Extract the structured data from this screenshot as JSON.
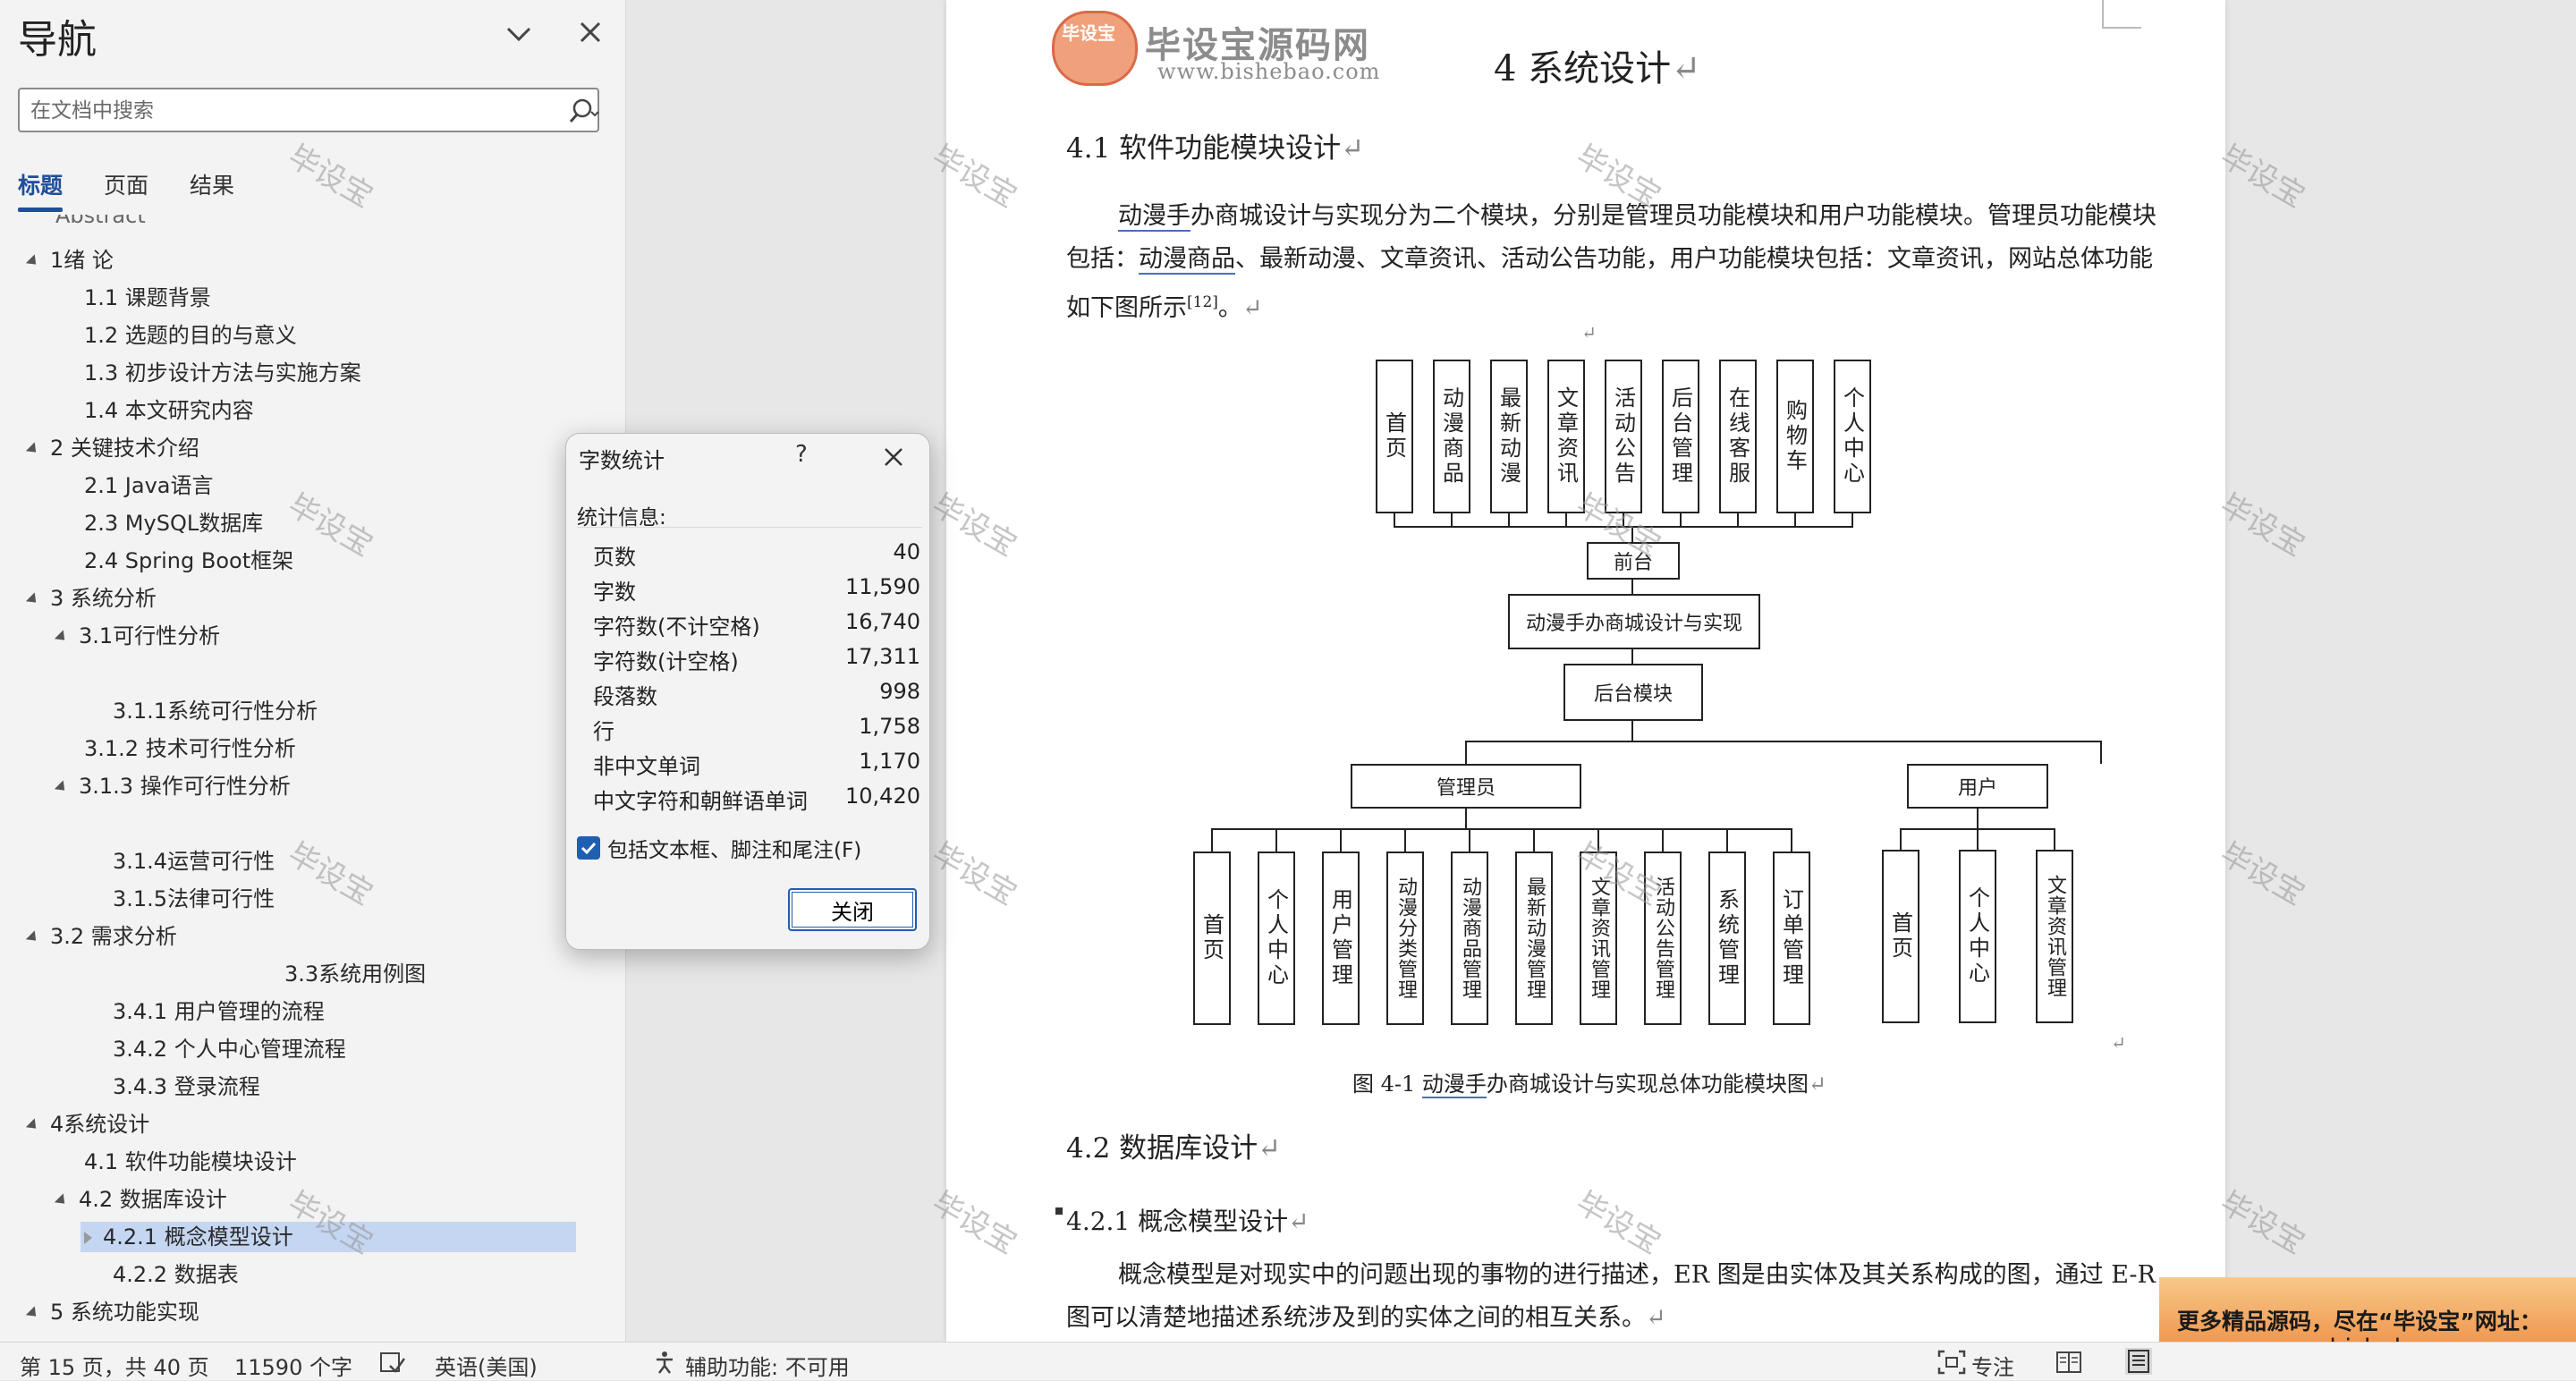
{
  "nav": {
    "title": "导航",
    "search_placeholder": "在文档中搜索",
    "tabs": [
      "标题",
      "页面",
      "结果"
    ],
    "outline": [
      {
        "text": "Abstract"
      },
      {
        "text": "1绪 论"
      },
      {
        "text": "1.1 课题背景"
      },
      {
        "text": "1.2 选题的目的与意义"
      },
      {
        "text": "1.3 初步设计方法与实施方案"
      },
      {
        "text": "1.4 本文研究内容"
      },
      {
        "text": "2 关键技术介绍"
      },
      {
        "text": "2.1 Java语言"
      },
      {
        "text": "2.3 MySQL数据库"
      },
      {
        "text": "2.4 Spring Boot框架"
      },
      {
        "text": "3 系统分析"
      },
      {
        "text": "3.1可行性分析"
      },
      {
        "text": "3.1.1系统可行性分析"
      },
      {
        "text": "3.1.2 技术可行性分析"
      },
      {
        "text": "3.1.3 操作可行性分析"
      },
      {
        "text": "3.1.4运营可行性"
      },
      {
        "text": "3.1.5法律可行性"
      },
      {
        "text": "3.2 需求分析"
      },
      {
        "text": "3.3系统用例图"
      },
      {
        "text": "3.4.1 用户管理的流程"
      },
      {
        "text": "3.4.2 个人中心管理流程"
      },
      {
        "text": "3.4.3 登录流程"
      },
      {
        "text": "4系统设计"
      },
      {
        "text": "4.1 软件功能模块设计"
      },
      {
        "text": "4.2 数据库设计"
      },
      {
        "text": "4.2.1 概念模型设计"
      },
      {
        "text": "4.2.2 数据表"
      },
      {
        "text": "5 系统功能实现"
      }
    ]
  },
  "dialog": {
    "title": "字数统计",
    "help": "?",
    "subtitle": "统计信息:",
    "stats": [
      {
        "label": "页数",
        "value": "40"
      },
      {
        "label": "字数",
        "value": "11,590"
      },
      {
        "label": "字符数(不计空格)",
        "value": "16,740"
      },
      {
        "label": "字符数(计空格)",
        "value": "17,311"
      },
      {
        "label": "段落数",
        "value": "998"
      },
      {
        "label": "行",
        "value": "1,758"
      },
      {
        "label": "非中文单词",
        "value": "1,170"
      },
      {
        "label": "中文字符和朝鲜语单词",
        "value": "10,420"
      }
    ],
    "checkbox_label": "包括文本框、脚注和尾注(F)",
    "checkbox_checked": true,
    "close_label": "关闭"
  },
  "doc": {
    "title": "4 系统设计",
    "h_4_1": "4.1  软件功能模块设计",
    "p1_ul": "动漫手",
    "p1_a": "办商城设计与实现分为二个模块，分别是管理员功能模块和用户功能模块。管理员功能模块包括：",
    "p1_ul2": "动漫商品",
    "p1_b": "、最新动漫、文章资讯、活动公告功能，用户功能模块包括：文章资讯，网站总体功能如下图所示",
    "p1_ref": "[12]",
    "p1_end": "。",
    "front_items": [
      "首页",
      "动漫商品",
      "最新动漫",
      "文章资讯",
      "活动公告",
      "后台管理",
      "在线客服",
      "购物车",
      "个人中心"
    ],
    "front_node": "前台",
    "root_node": "动漫手办商城设计与实现",
    "back_node": "后台模块",
    "admin_node": "管理员",
    "user_node": "用户",
    "admin_items": [
      "首页",
      "个人中心",
      "用户管理",
      "动漫分类管理",
      "动漫商品管理",
      "最新动漫管理",
      "文章资讯管理",
      "活动公告管理",
      "系统管理",
      "订单管理"
    ],
    "user_items": [
      "首页",
      "个人中心",
      "文章资讯管理"
    ],
    "caption_a": "图 4-1 ",
    "caption_ul": "动漫手",
    "caption_b": "办商城设计与实现总体功能模块图",
    "h_4_2": "4.2  数据库设计",
    "h_4_2_1": "4.2.1  概念模型设计",
    "p2": "概念模型是对现实中的问题出现的事物的进行描述，ER 图是由实体及其关系构成的图，通过 E-R 图可以清楚地描述系统涉及到的实体之间的相互关系。",
    "para_mark": "↵"
  },
  "watermark": {
    "text": "毕设宝",
    "logo_badge": "毕设宝",
    "logo_name": "毕设宝源码网",
    "logo_url": "www.bishebao.com"
  },
  "status": {
    "page": "第 15 页，共 40 页",
    "words": "11590 个字",
    "language": "英语(美国)",
    "accessibility": "辅助功能: 不可用",
    "focus": "专注"
  },
  "ad": {
    "line1": "更多精品源码，尽在“毕设宝”网址：",
    "line2": "www.bishebao.com"
  },
  "colors": {
    "accent": "#1f4e9a",
    "selection": "#c5d6f2",
    "checkbox": "#1f5fb0",
    "ad": "#f19a52"
  }
}
